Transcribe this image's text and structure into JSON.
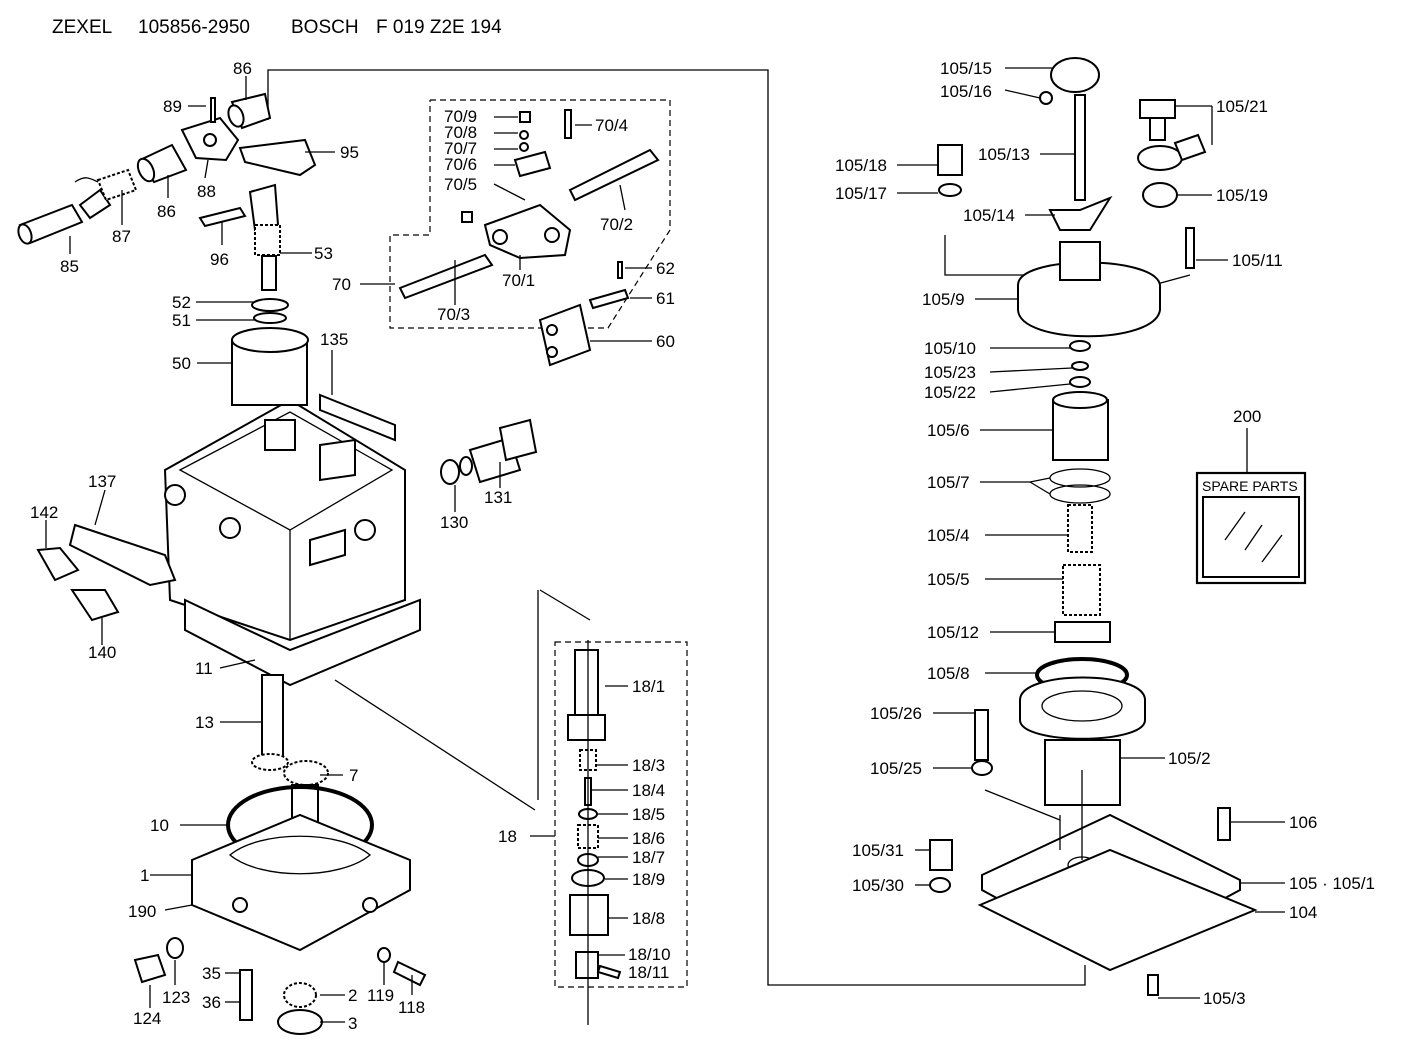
{
  "header": {
    "brand": "ZEXEL",
    "zexel_number": "105856-2950",
    "maker": "BOSCH",
    "bosch_number": "F 019 Z2E 194"
  },
  "spare_parts_box": {
    "number": "200",
    "label": "SPARE PARTS"
  },
  "labels": [
    "86",
    "89",
    "88",
    "86",
    "87",
    "85",
    "95",
    "96",
    "53",
    "52",
    "51",
    "50",
    "135",
    "70/9",
    "70/8",
    "70/7",
    "70/6",
    "70/5",
    "70/4",
    "70/2",
    "70",
    "70/1",
    "70/3",
    "62",
    "61",
    "60",
    "137",
    "142",
    "140",
    "130",
    "131",
    "11",
    "13",
    "7",
    "10",
    "1",
    "190",
    "35",
    "36",
    "123",
    "124",
    "2",
    "3",
    "119",
    "118",
    "18/1",
    "18/3",
    "18/4",
    "18/5",
    "18/6",
    "18/7",
    "18/9",
    "18/8",
    "18/10",
    "18/11",
    "18",
    "105/15",
    "105/16",
    "105/13",
    "105/21",
    "105/18",
    "105/17",
    "105/19",
    "105/14",
    "105/11",
    "105/9",
    "105/10",
    "105/23",
    "105/22",
    "105/6",
    "105/7",
    "105/4",
    "105/5",
    "105/12",
    "105/8",
    "105/26",
    "105/2",
    "105/25",
    "105/31",
    "106",
    "105/30",
    "105 · 105/1",
    "104",
    "105/3"
  ]
}
